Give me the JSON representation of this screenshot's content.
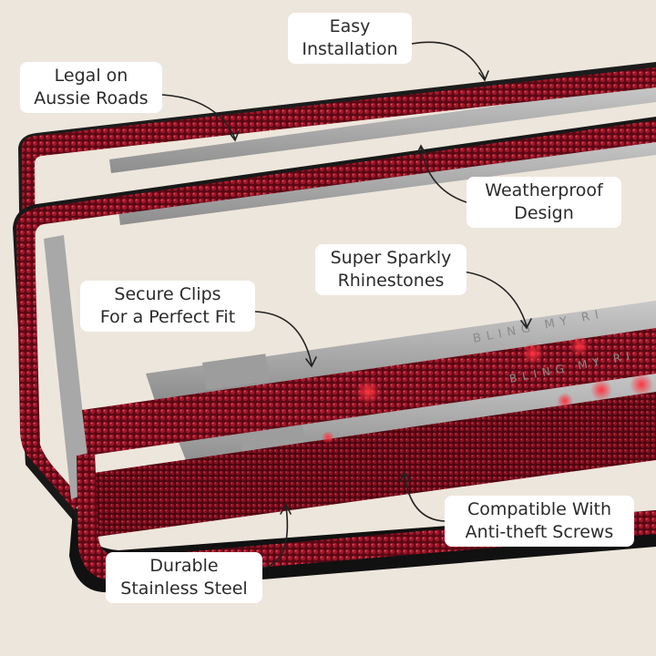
{
  "callouts": {
    "easy_installation": {
      "line1": "Easy",
      "line2": "Installation"
    },
    "legal": {
      "line1": "Legal on",
      "line2": "Aussie Roads"
    },
    "weatherproof": {
      "line1": "Weatherproof",
      "line2": "Design"
    },
    "sparkly": {
      "line1": "Super Sparkly",
      "line2": "Rhinestones"
    },
    "secure_clips": {
      "line1": "Secure Clips",
      "line2": "For a Perfect Fit"
    },
    "compatible": {
      "line1": "Compatible With",
      "line2": "Anti-theft Screws"
    },
    "durable": {
      "line1": "Durable",
      "line2": "Stainless Steel"
    }
  },
  "embossed_brand_text": "BLING MY RI",
  "colors": {
    "background": "#ede6dc",
    "rhinestone_red": "#8e0f1e",
    "rhinestone_dark": "#4a0610",
    "steel": "#b9b9b9",
    "callout_box": "#ffffff",
    "arrow": "#222222"
  },
  "icons": [
    "curved-arrow-icon"
  ]
}
